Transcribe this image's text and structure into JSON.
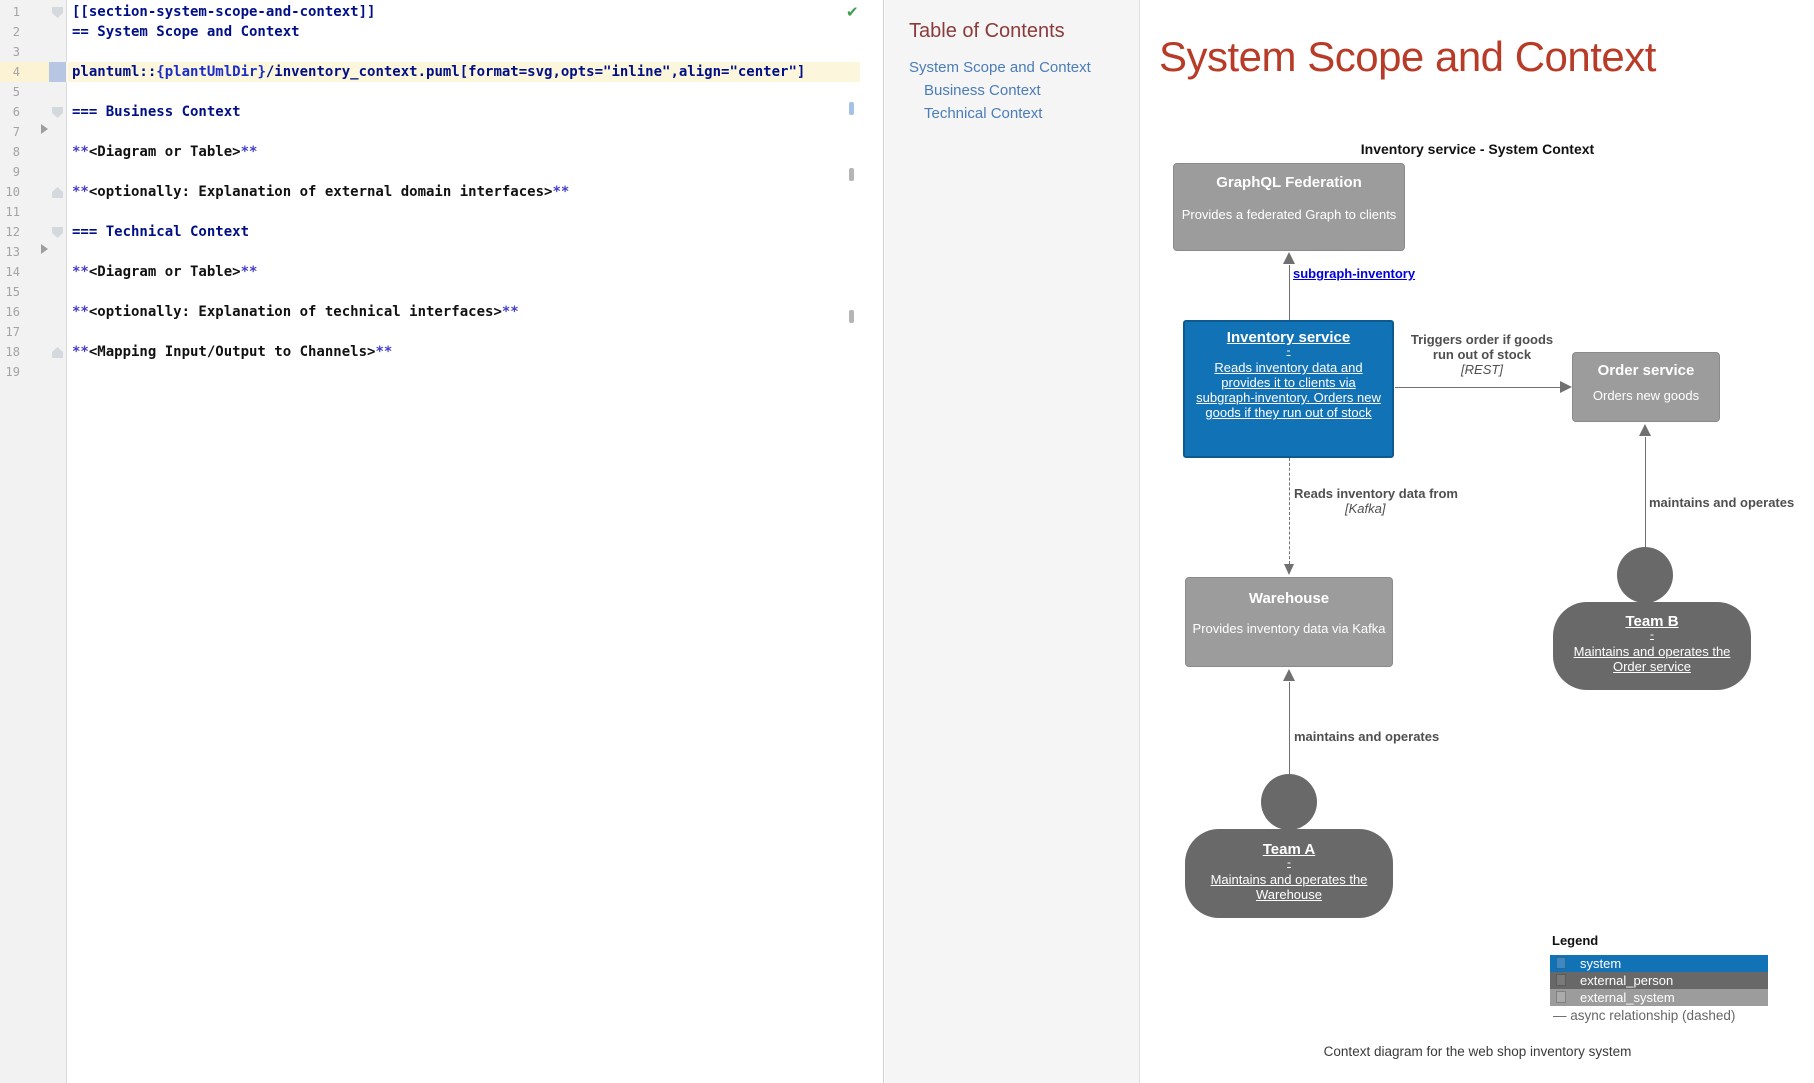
{
  "colors": {
    "system_blue": "#1272b6",
    "external_gray": "#9c9c9c",
    "person_gray": "#696969",
    "heading_red": "#b83b28",
    "toc_maroon": "#8b3a3a",
    "link_blue": "#0000dd",
    "check_green": "#3e9e4a"
  },
  "editor": {
    "lines": [
      {
        "num": "1",
        "fold": "down",
        "segs": [
          [
            "nav",
            "[[section-system-scope-and-context]]"
          ]
        ]
      },
      {
        "num": "2",
        "segs": [
          [
            "nav",
            "== System Scope and Context"
          ]
        ]
      },
      {
        "num": "3",
        "segs": []
      },
      {
        "num": "4",
        "current": true,
        "segs": [
          [
            "nav",
            "plantuml::"
          ],
          [
            "var",
            "{plantUmlDir}"
          ],
          [
            "nav",
            "/inventory_context.puml[format=svg,opts=\"inline\",align=\"center\"]"
          ]
        ]
      },
      {
        "num": "5",
        "segs": []
      },
      {
        "num": "6",
        "fold": "down",
        "run": true,
        "segs": [
          [
            "nav",
            "=== Business Context"
          ]
        ]
      },
      {
        "num": "7",
        "segs": []
      },
      {
        "num": "8",
        "segs": [
          [
            "star",
            "**"
          ],
          [
            "b",
            "<Diagram or Table>"
          ],
          [
            "star",
            "**"
          ]
        ]
      },
      {
        "num": "9",
        "segs": []
      },
      {
        "num": "10",
        "fold": "up",
        "segs": [
          [
            "star",
            "**"
          ],
          [
            "b",
            "<optionally: Explanation of external domain interfaces>"
          ],
          [
            "star",
            "**"
          ]
        ]
      },
      {
        "num": "11",
        "segs": []
      },
      {
        "num": "12",
        "fold": "down",
        "run": true,
        "segs": [
          [
            "nav",
            "=== Technical Context"
          ]
        ]
      },
      {
        "num": "13",
        "segs": []
      },
      {
        "num": "14",
        "segs": [
          [
            "star",
            "**"
          ],
          [
            "b",
            "<Diagram or Table>"
          ],
          [
            "star",
            "**"
          ]
        ]
      },
      {
        "num": "15",
        "segs": []
      },
      {
        "num": "16",
        "segs": [
          [
            "star",
            "**"
          ],
          [
            "b",
            "<optionally: Explanation of technical interfaces>"
          ],
          [
            "star",
            "**"
          ]
        ]
      },
      {
        "num": "17",
        "segs": []
      },
      {
        "num": "18",
        "fold": "up",
        "segs": [
          [
            "star",
            "**"
          ],
          [
            "b",
            "<Mapping Input/Output to Channels>"
          ],
          [
            "star",
            "**"
          ]
        ]
      },
      {
        "num": "19",
        "segs": []
      }
    ]
  },
  "toc": {
    "title": "Table of Contents",
    "items": [
      {
        "label": "System Scope and Context",
        "level": 0
      },
      {
        "label": "Business Context",
        "level": 1
      },
      {
        "label": "Technical Context",
        "level": 1
      }
    ]
  },
  "preview": {
    "heading": "System Scope and Context",
    "diagram_title": "Inventory service - System Context",
    "nodes": {
      "graphql": {
        "title": "GraphQL Federation",
        "desc": "Provides a federated Graph to clients"
      },
      "inventory": {
        "title": "Inventory service",
        "dash": "-",
        "desc": "Reads inventory data and provides it to clients via subgraph-inventory. Orders new goods if they run out of stock"
      },
      "order": {
        "title": "Order service",
        "desc": "Orders new goods"
      },
      "warehouse": {
        "title": "Warehouse",
        "desc": "Provides inventory data via Kafka"
      },
      "teamB": {
        "title": "Team B",
        "dash": "-",
        "desc": "Maintains and operates the Order service"
      },
      "teamA": {
        "title": "Team A",
        "dash": "-",
        "desc": "Maintains and operates the Warehouse"
      }
    },
    "edges": {
      "subgraph_label": "subgraph-inventory",
      "rest_l1": "Triggers order if goods",
      "rest_l2": "run out of stock",
      "rest_proto": "[REST]",
      "kafka_l1": "Reads inventory data from",
      "kafka_proto": "[Kafka]",
      "maintains_b": "maintains and operates",
      "maintains_a": "maintains and operates"
    },
    "legend": {
      "title": "Legend",
      "rows": [
        {
          "label": "system",
          "color": "#1272b6",
          "swatch": "#3d87c2"
        },
        {
          "label": "external_person",
          "color": "#686868",
          "swatch": "#7a7a7a"
        },
        {
          "label": "external_system",
          "color": "#9c9c9c",
          "swatch": "#ababab"
        }
      ],
      "async_note": "—  async relationship (dashed)"
    },
    "caption": "Context diagram for the web shop inventory system"
  }
}
